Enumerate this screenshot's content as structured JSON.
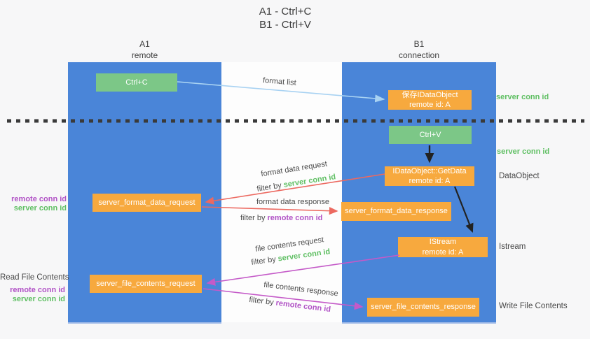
{
  "title": {
    "line1": "A1 - Ctrl+C",
    "line2": "B1 - Ctrl+V"
  },
  "columns": {
    "left": {
      "name": "A1",
      "role": "remote"
    },
    "right": {
      "name": "B1",
      "role": "connection"
    }
  },
  "nodes": {
    "ctrl_c": "Ctrl+C",
    "ctrl_v": "Ctrl+V",
    "save_idataobject": {
      "line1": "保存IDataObject",
      "line2": "remote id: A"
    },
    "getdata": {
      "line1": "IDataObject::GetData",
      "line2": "remote id: A"
    },
    "istream": {
      "line1": "IStream",
      "line2": "remote id: A"
    },
    "format_request": "server_format_data_request",
    "format_response": "server_format_data_response",
    "file_request": "server_file_contents_request",
    "file_response": "server_file_contents_response"
  },
  "flow_labels": {
    "format_list": "format list",
    "format_data_request": "format data request",
    "format_data_response": "format data response",
    "file_contents_request": "file contents request",
    "file_contents_response": "file contents response"
  },
  "terms": {
    "filter_by": "filter by ",
    "server_conn_id": "server conn id",
    "remote_conn_id": "remote conn id"
  },
  "side_labels": {
    "right_server_conn_id_top": "server conn id",
    "right_server_conn_id_mid": "server conn id",
    "right_dataobject": "DataObject",
    "right_istream": "Istream",
    "right_write_file_contents": "Write File Contents",
    "left_remote_conn_id_top": "remote conn id",
    "left_server_conn_id_top": "server conn id",
    "left_read_file_contents": "Read File Contents",
    "left_remote_conn_id_bottom": "remote conn id",
    "left_server_conn_id_bottom": "server conn id"
  },
  "colors": {
    "column_blue": "#4a85d8",
    "box_green": "#7cc787",
    "box_orange": "#f7a93e",
    "arrow_light_blue": "#a8d2f2",
    "arrow_red": "#ec6960",
    "arrow_magenta": "#c45ac8",
    "arrow_black": "#222222",
    "text_green": "#5fbf63",
    "text_purple": "#b153c6",
    "dashed_line": "#3a3a3a",
    "background": "#f7f7f8"
  }
}
